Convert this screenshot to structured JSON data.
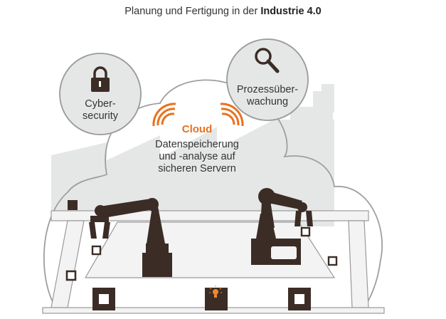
{
  "header": {
    "title_prefix": "Planung und Fertigung in der ",
    "title_bold": "Industrie 4.0"
  },
  "cybersecurity": {
    "line1": "Cyber-",
    "line2": "security",
    "icon": "lock-icon"
  },
  "monitoring": {
    "line1": "Prozessüber-",
    "line2": "wachung",
    "icon": "magnifier-icon"
  },
  "cloud": {
    "title": "Cloud",
    "line1": "Datenspeicherung",
    "line2": "und -analyse auf",
    "line3": "sicheren Servern",
    "icon": "wireless-signal-icon"
  },
  "colors": {
    "accent": "#e8711e",
    "robot": "#3a2c25",
    "factory": "#e4e6e6",
    "outline": "#9a9a9a"
  }
}
